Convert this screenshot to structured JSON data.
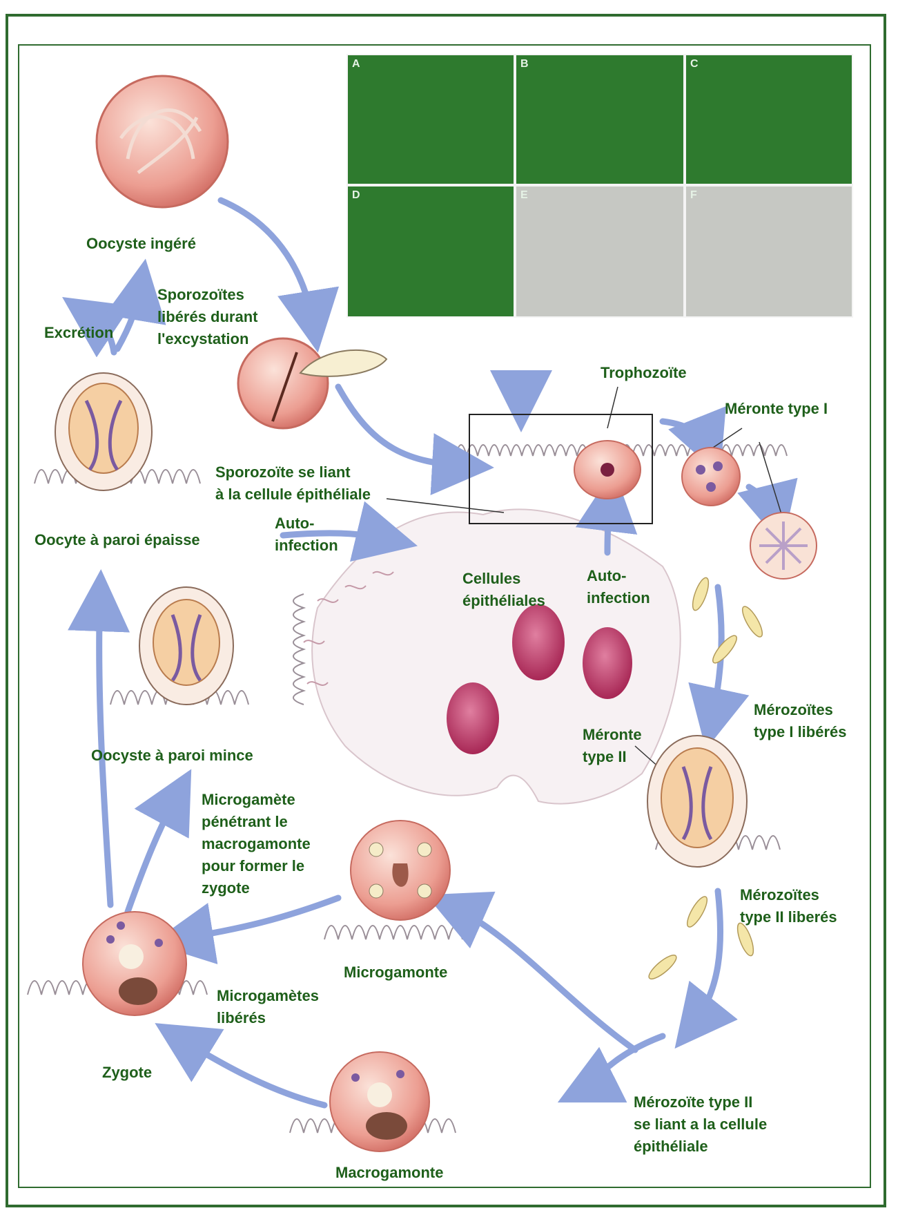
{
  "title": "",
  "labels": {
    "oocyste_ingere": "Oocyste ingéré",
    "sporozoites": "Sporozoïtes\nlibérés durant\nl'excystation",
    "excretion": "Excrétion",
    "trophozoite": "Trophozoïte",
    "meronte_1": "Méronte type I",
    "sporozoite_liant": "Sporozoïte se liant\nà la cellule épithéliale",
    "oocyte_epaisse": "Oocyte à paroi épaisse",
    "auto_infection_1": "Auto-\ninfection",
    "cellules_epitheliales": "Cellules\népithéliales",
    "auto_infection_2": "Auto-\ninfection",
    "oocyste_mince": "Oocyste à paroi mince",
    "merozoites_1": "Mérozoïtes\ntype I libérés",
    "meronte_2": "Méronte\ntype II",
    "microgamete_penetrant": "Microgamète\npénétrant le\nmacrogamonte\npour former le\nzygote",
    "merozoites_2": "Mérozoïtes\ntype II liberés",
    "microgamonte": "Microgamonte",
    "microgametes_liberes": "Microgamètes\nlibérés",
    "zygote": "Zygote",
    "merozoite_2_liant": "Mérozoïte type II\nse liant a la cellule\népithéliale",
    "macrogamonte": "Macrogamonte"
  },
  "micrograph_panels": [
    "A",
    "B",
    "C",
    "D",
    "E",
    "F"
  ],
  "colors": {
    "label_green": "#1e5f1a",
    "frame_green": "#2f6b2f",
    "arrow_blue": "#8ea3dc",
    "cell_pink": "#e8a39a",
    "nucleus_magenta": "#b3295a",
    "micrograph_green": "#2e7a2e",
    "micrograph_gray": "#c6c8c3"
  },
  "icons": [
    "arrow-icon",
    "cell-icon",
    "villi-icon"
  ]
}
